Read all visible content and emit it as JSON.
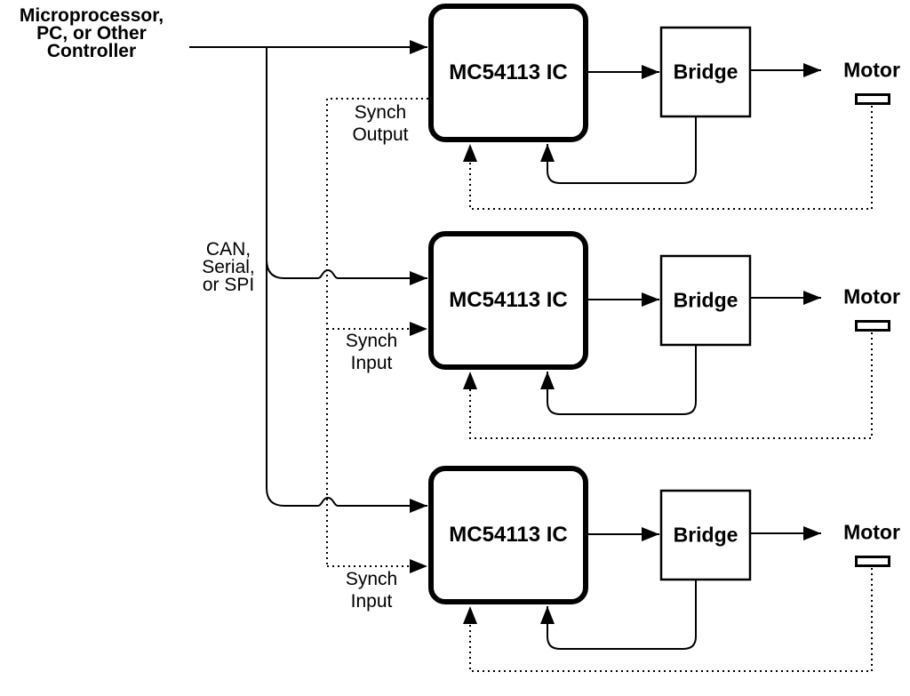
{
  "diagram": {
    "controller_label": "Microprocessor,\nPC, or Other\nController",
    "bus_label": "CAN,\nSerial,\nor SPI",
    "synch_output_label": "Synch\nOutput",
    "synch_input_label": "Synch\nInput",
    "rows": [
      {
        "ic_label": "MC54113 IC",
        "bridge_label": "Bridge",
        "motor_label": "Motor"
      },
      {
        "ic_label": "MC54113 IC",
        "bridge_label": "Bridge",
        "motor_label": "Motor"
      },
      {
        "ic_label": "MC54113 IC",
        "bridge_label": "Bridge",
        "motor_label": "Motor"
      }
    ],
    "colors": {
      "line": "#000000",
      "background": "#ffffff",
      "box_fill": "#ffffff"
    }
  }
}
